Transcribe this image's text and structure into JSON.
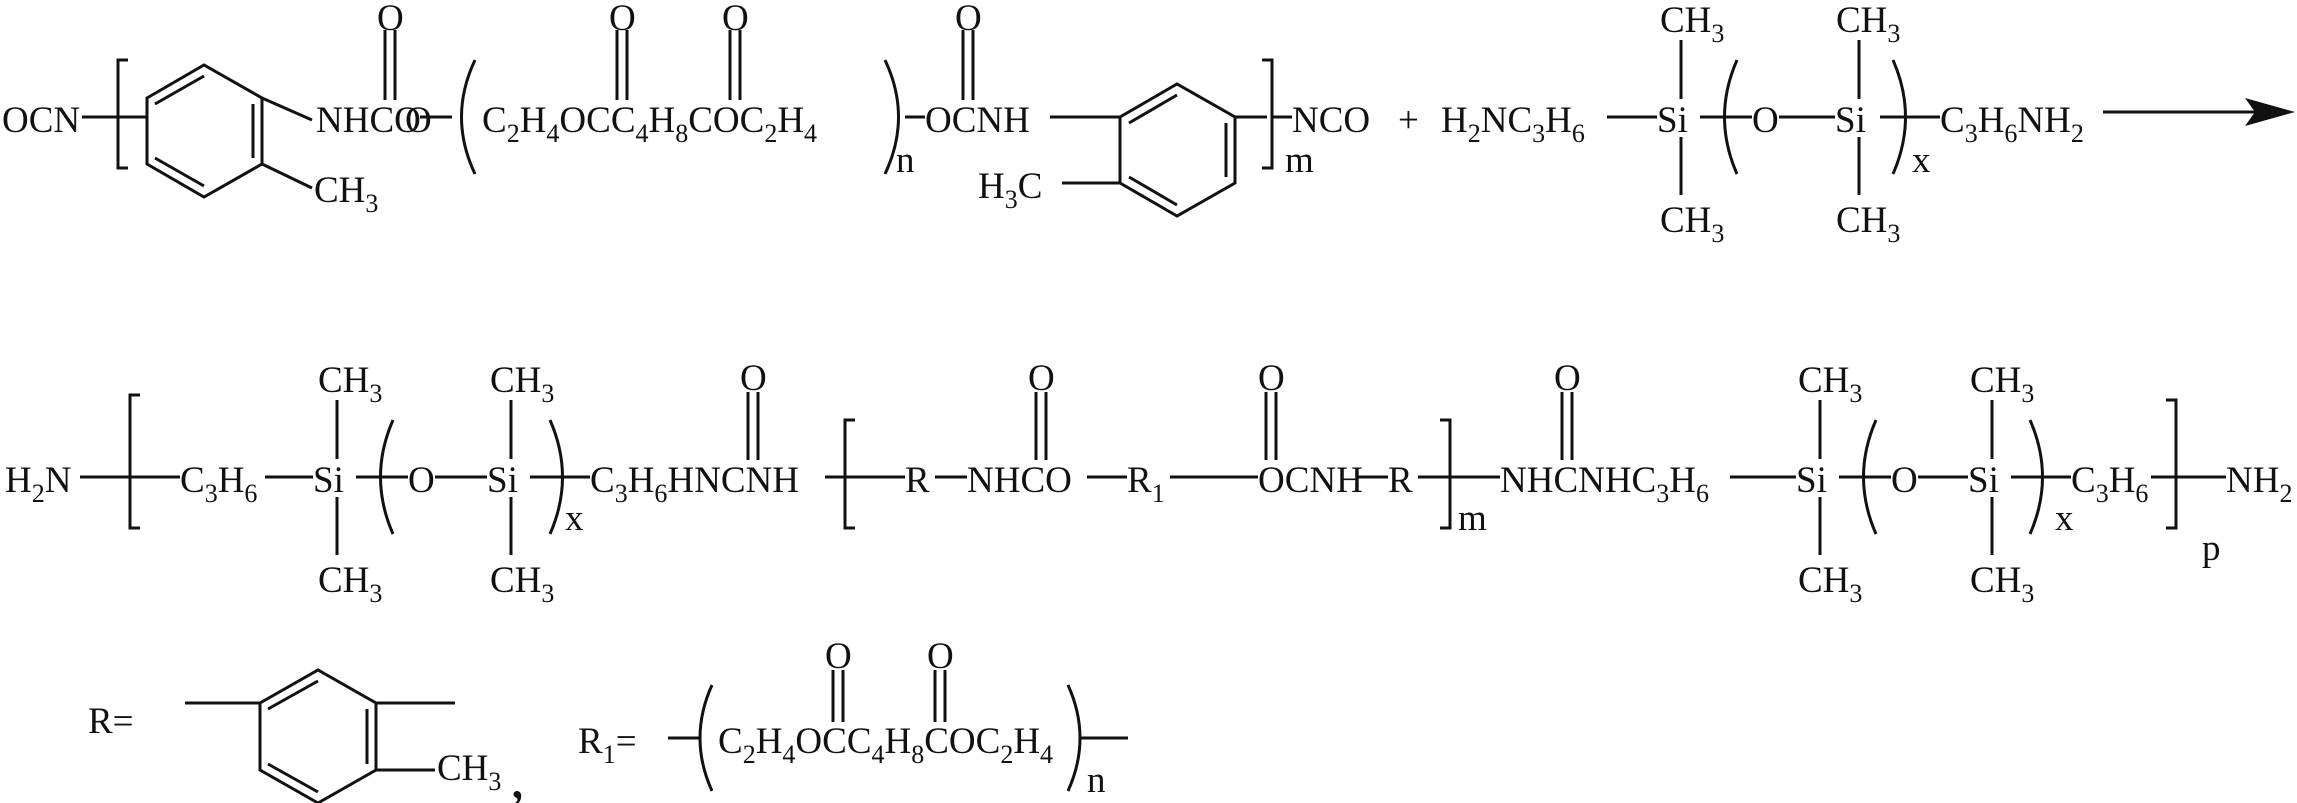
{
  "colors": {
    "ink": "#111111",
    "background": "#ffffff"
  },
  "reactant1": {
    "ocn_left": "OCN",
    "ch3_ring1": "CH3",
    "urethane1": "NHCO",
    "o_open": "O",
    "carbonyl_o": "O",
    "ester_chain": "C2H4OCC4H8COC2H4",
    "n": "n",
    "urethane2": "OCNH",
    "h3c_ring2": "H3C",
    "m": "m",
    "nco_right": "NCO"
  },
  "plus": "+",
  "reactant2": {
    "h2n_left": "H2NC3H6",
    "ch3": "CH3",
    "si": "Si",
    "o": "O",
    "x": "x",
    "c3h6nh2_right": "C3H6NH2"
  },
  "product": {
    "h2n": "H2N",
    "c3h6": "C3H6",
    "si": "Si",
    "o": "O",
    "ch3": "CH3",
    "x": "x",
    "urea1": "C3H6HNCNH",
    "r": "R",
    "nhco": "NHCO",
    "r1": "R1",
    "ocnh": "OCNH",
    "m": "m",
    "urea2": "NHCNHC3H6",
    "nh2": "NH2",
    "p": "p"
  },
  "definitions": {
    "r_label": "R=",
    "r_ch3": "CH3",
    "comma": ",",
    "r1_label": "R1=",
    "r1_chain": "C2H4OCC4H8COC2H4",
    "n": "n"
  }
}
